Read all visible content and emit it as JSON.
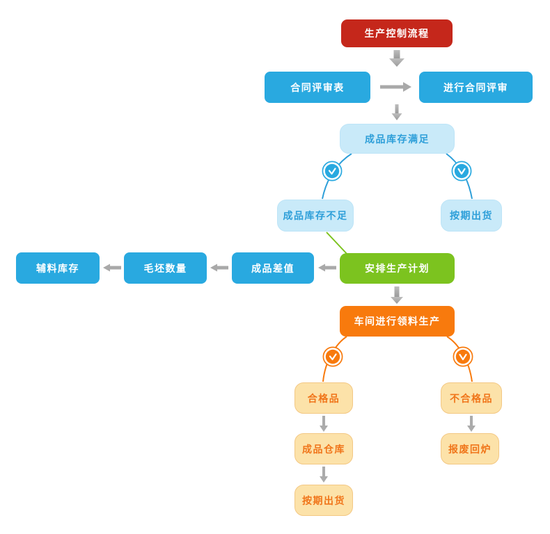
{
  "colors": {
    "start_red": "#c5271b",
    "process_blue": "#29a9e0",
    "plan_green": "#7cc31f",
    "workshop_orange": "#f87a0d",
    "condition_blue_fill": "#c9eaf9",
    "condition_blue_text": "#2e9fd9",
    "outcome_orange_fill": "#fce2a9",
    "outcome_orange_border": "#f3c884",
    "outcome_orange_text": "#f0751a",
    "arrow_gray": "#aaaaaa"
  },
  "icons": {
    "branch_marker": "clock-icon"
  },
  "nodes": {
    "start": {
      "label": "生产控制流程"
    },
    "contract_form": {
      "label": "合同评审表"
    },
    "contract_review": {
      "label": "进行合同评审"
    },
    "stock_sufficient": {
      "label": "成品库存满足"
    },
    "stock_insufficient": {
      "label": "成品库存不足"
    },
    "ship_on_schedule_top": {
      "label": "按期出货"
    },
    "aux_material_stock": {
      "label": "辅料库存"
    },
    "blank_quantity": {
      "label": "毛坯数量"
    },
    "finished_diff": {
      "label": "成品差值"
    },
    "production_plan": {
      "label": "安排生产计划"
    },
    "workshop_production": {
      "label": "车间进行领料生产"
    },
    "qualified": {
      "label": "合格品"
    },
    "unqualified": {
      "label": "不合格品"
    },
    "finished_warehouse": {
      "label": "成品仓库"
    },
    "scrap_remelt": {
      "label": "报废回炉"
    },
    "ship_on_schedule_bottom": {
      "label": "按期出货"
    }
  }
}
